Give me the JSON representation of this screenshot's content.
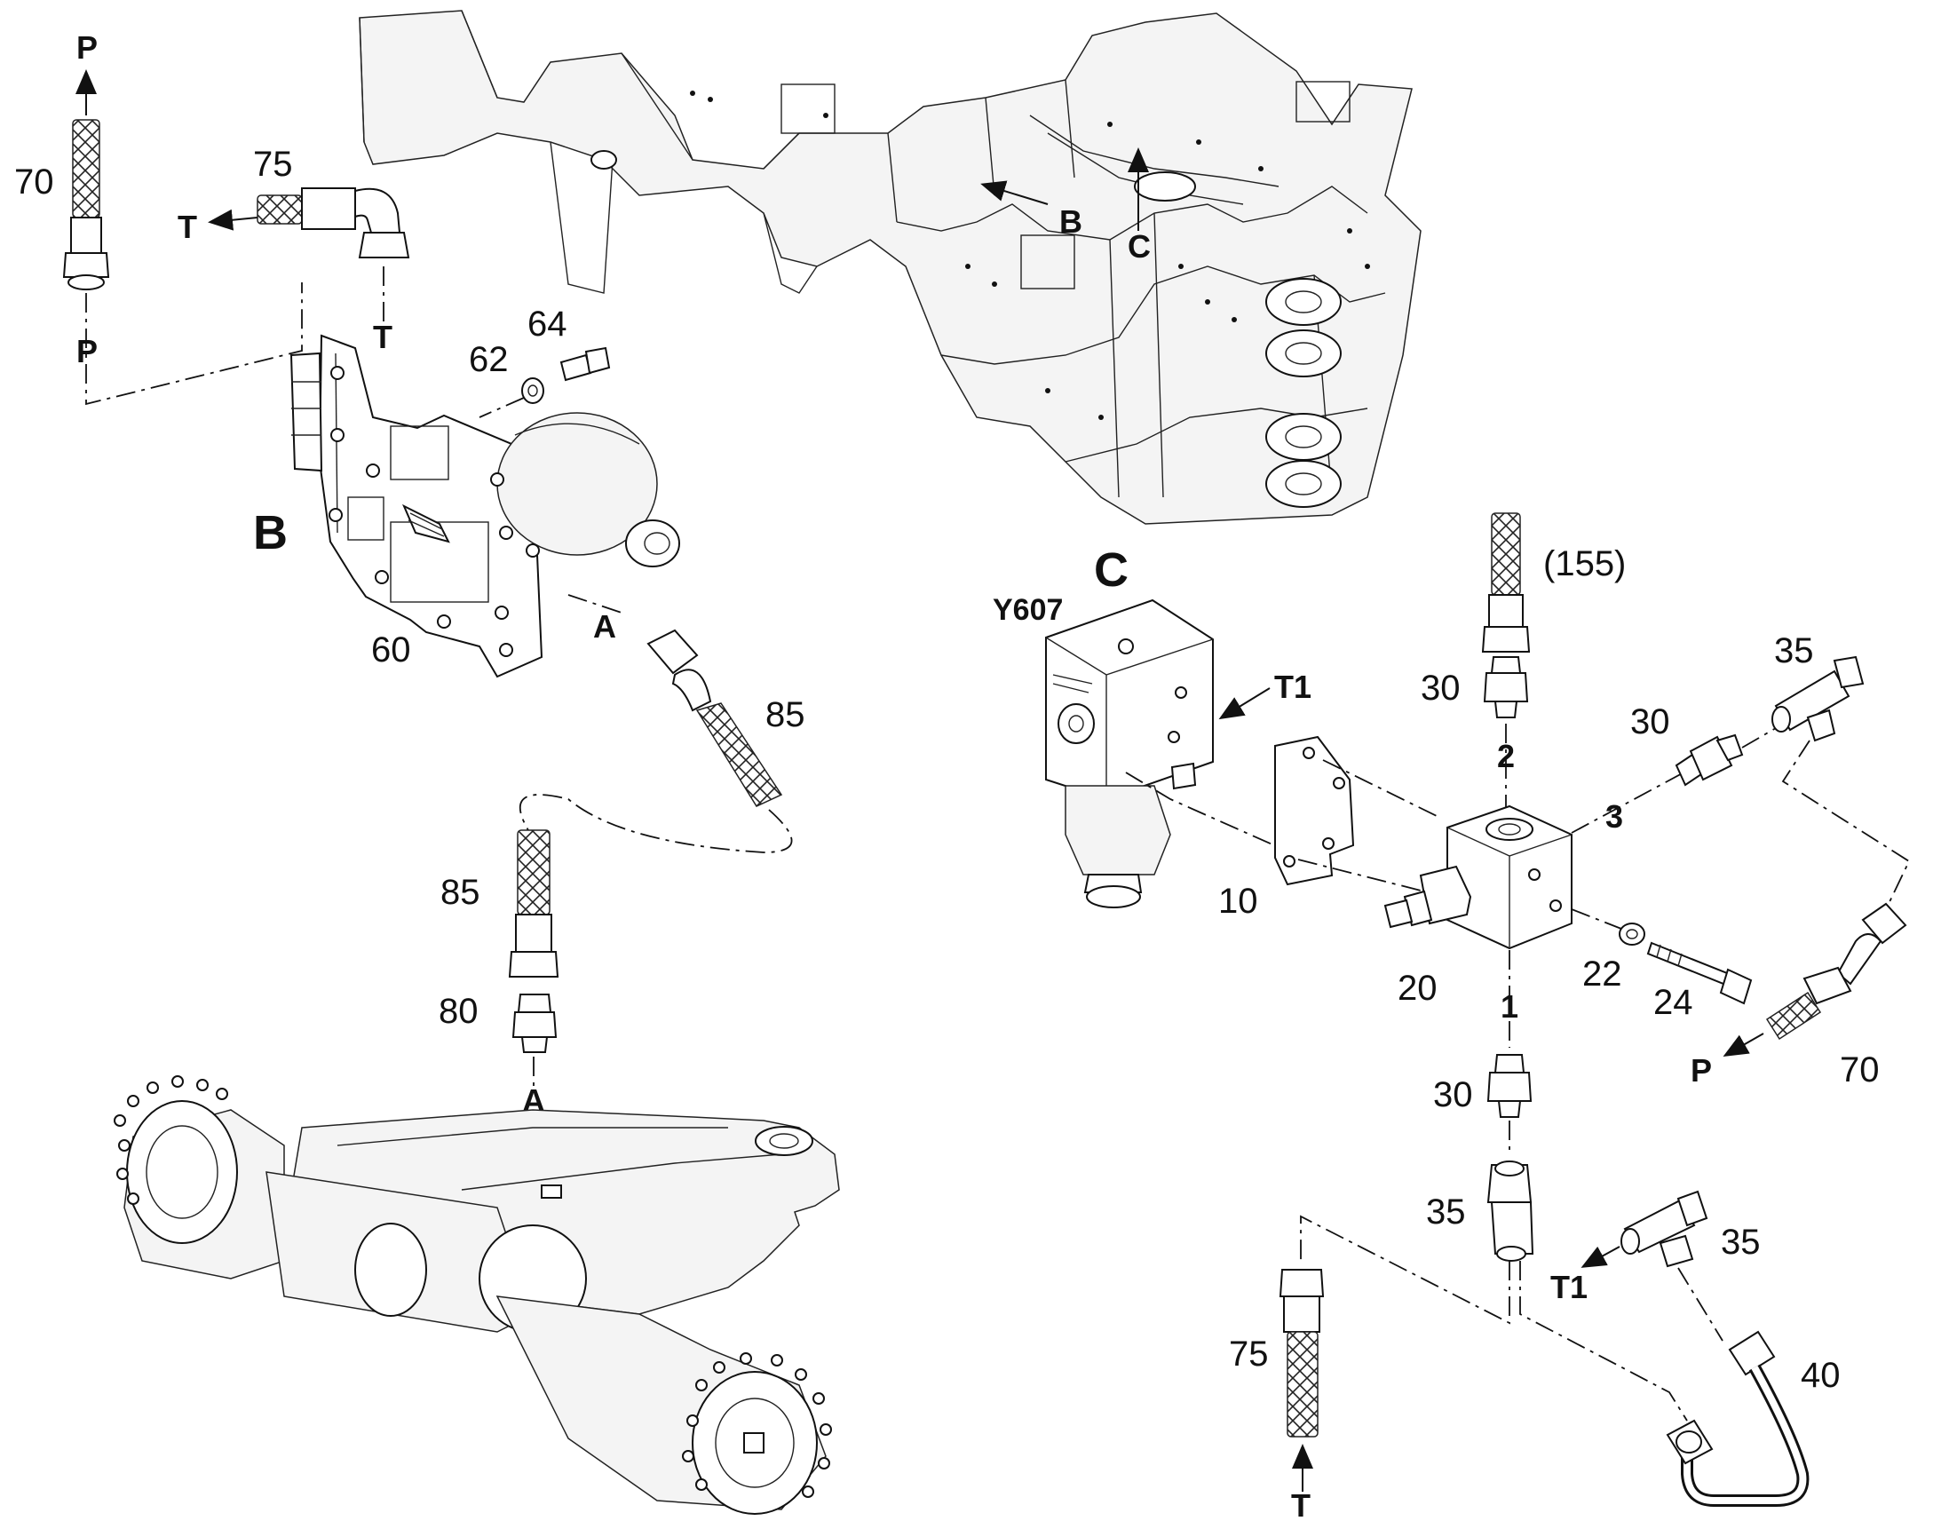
{
  "callouts": {
    "p70_a": "70",
    "p75_a": "75",
    "p62": "62",
    "p64": "64",
    "p60": "60",
    "p85_a": "85",
    "p85_b": "85",
    "p80": "80",
    "p155": "(155)",
    "p30_a": "30",
    "p30_b": "30",
    "p30_c": "30",
    "p35_a": "35",
    "p35_b": "35",
    "p35_c": "35",
    "p10": "10",
    "p20": "20",
    "p22": "22",
    "p24": "24",
    "p70_b": "70",
    "p75_b": "75",
    "p40": "40"
  },
  "ports": {
    "P_top": "P",
    "P_bottom": "P",
    "T_arrow": "T",
    "T_line": "T",
    "A_upper": "A",
    "A_lower": "A",
    "B_arrow": "B",
    "C_arrow": "C",
    "T1_valve": "T1",
    "T1_tee": "T1",
    "port2": "2",
    "port3": "3",
    "port1": "1",
    "P_right": "P",
    "T_bottom": "T"
  },
  "views": {
    "B": "B",
    "C": "C"
  },
  "component_code": "Y607"
}
